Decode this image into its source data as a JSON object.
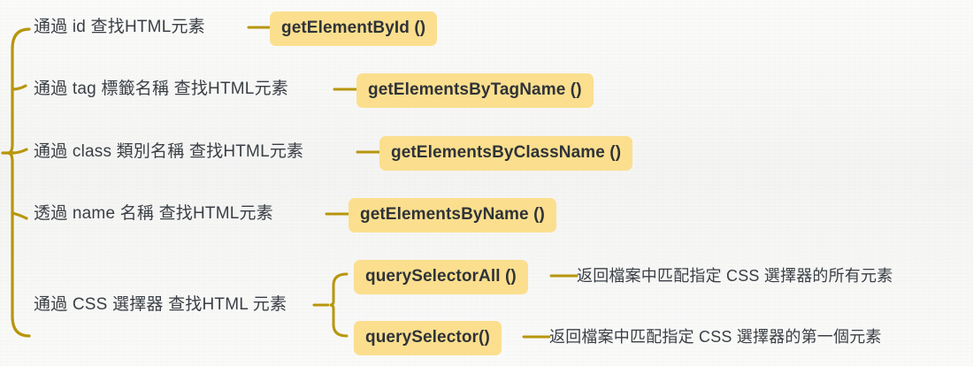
{
  "diagram": {
    "title": "JavaScript DOM element lookup methods mind map",
    "colors": {
      "background": "#f8f7f6",
      "connector": "#b7960c",
      "pill_background": "#fbdf8e",
      "text": "#3a3f45"
    },
    "branches": [
      {
        "id": "by-id",
        "label": "通過 id 查找HTML元素",
        "method": "getElementById ()",
        "description": ""
      },
      {
        "id": "by-tag",
        "label": "通過 tag 標籤名稱 查找HTML元素",
        "method": "getElementsByTagName ()",
        "description": ""
      },
      {
        "id": "by-class",
        "label": "通過 class 類別名稱 查找HTML元素",
        "method": "getElementsByClassName ()",
        "description": ""
      },
      {
        "id": "by-name",
        "label": "透過 name 名稱 查找HTML元素",
        "method": "getElementsByName ()",
        "description": ""
      },
      {
        "id": "by-css",
        "label": "通過 CSS 選擇器 查找HTML 元素",
        "children": [
          {
            "id": "query-selector-all",
            "method": "querySelectorAll ()",
            "description": "返回檔案中匹配指定 CSS 選擇器的所有元素"
          },
          {
            "id": "query-selector",
            "method": "querySelector()",
            "description": "返回檔案中匹配指定 CSS 選擇器的第一個元素"
          }
        ]
      }
    ]
  }
}
